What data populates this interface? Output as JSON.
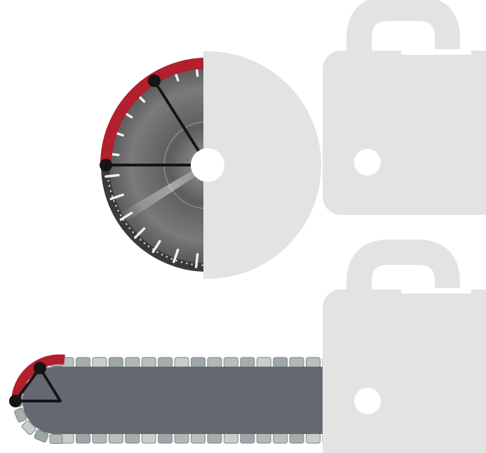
{
  "colors": {
    "background": "#ffffff",
    "cutting_edge_highlight": "#b21f2d",
    "marker": "#151515",
    "guide_bar": "#646870",
    "lock_shape": "#e3e3e3",
    "blade_steel": "#6b6b6b",
    "chain_links": "#b9bfbd"
  },
  "icons": {
    "lock_top": "lock-icon",
    "lock_bottom": "lock-icon"
  },
  "diagram": {
    "blade": {
      "name": "diamond-saw-blade",
      "segment_count": 14
    },
    "chain": {
      "name": "diamond-chain-on-guide-bar",
      "link_count": 34
    }
  }
}
